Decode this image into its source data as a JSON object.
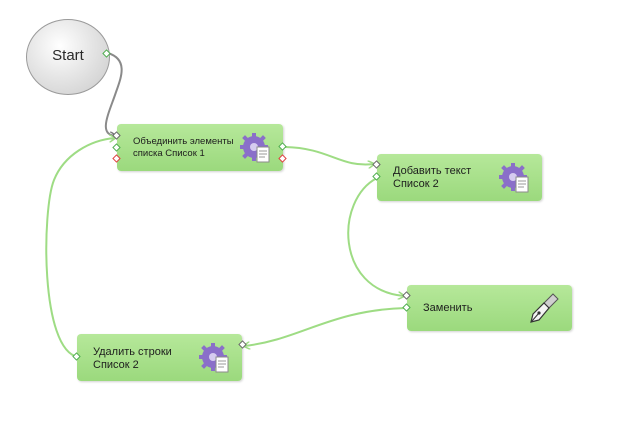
{
  "diagram": {
    "start": {
      "label": "Start"
    },
    "nodes": [
      {
        "id": "merge",
        "label_line1": "Объединить элементы",
        "label_line2": "списка Список 1",
        "icon": "gear-document-icon"
      },
      {
        "id": "addtext",
        "label_line1": "Добавить текст",
        "label_line2": "Список 2",
        "icon": "gear-document-icon"
      },
      {
        "id": "replace",
        "label_line1": "Заменить",
        "label_line2": "",
        "icon": "fountain-pen-icon"
      },
      {
        "id": "delete",
        "label_line1": "Удалить строки",
        "label_line2": "Список 2",
        "icon": "gear-document-icon"
      }
    ],
    "colors": {
      "node_fill": "#a8df8c",
      "connector": "#9edc84",
      "start_connector": "#8a8a8a",
      "port_error": "#e04040"
    }
  }
}
